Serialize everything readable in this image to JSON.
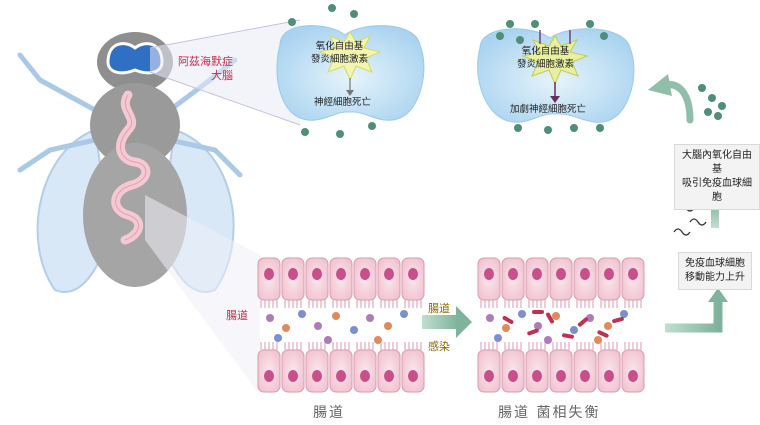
{
  "labels": {
    "alzheimer_brain": [
      "阿茲海默症",
      "大腦"
    ],
    "gut": "腸道",
    "brain1_ros": [
      "氧化自由基",
      "發炎細胞激素"
    ],
    "brain1_death": "神經細胞死亡",
    "brain2_ros": [
      "氧化自由基",
      "發炎細胞激素"
    ],
    "brain2_death": "加劇神經細胞死亡",
    "gut_infection": [
      "腸道",
      "感染"
    ],
    "gut_normal_title": "腸道",
    "gut_dysbiosis_title": "腸道 菌相失衡",
    "immune_mobility": [
      "免疫血球細胞",
      "移動能力上升"
    ],
    "immune_attract": [
      "大腦內氧化自由基",
      "吸引免疫血球細胞"
    ]
  },
  "colors": {
    "red_text": "#c0304a",
    "cell_fill": "#f6d3dc",
    "nucleus": "#c8508a",
    "brain_fill": "#bfe0f5",
    "arrow_green": "#8fbfaa",
    "gold_text": "#8a6b00"
  }
}
